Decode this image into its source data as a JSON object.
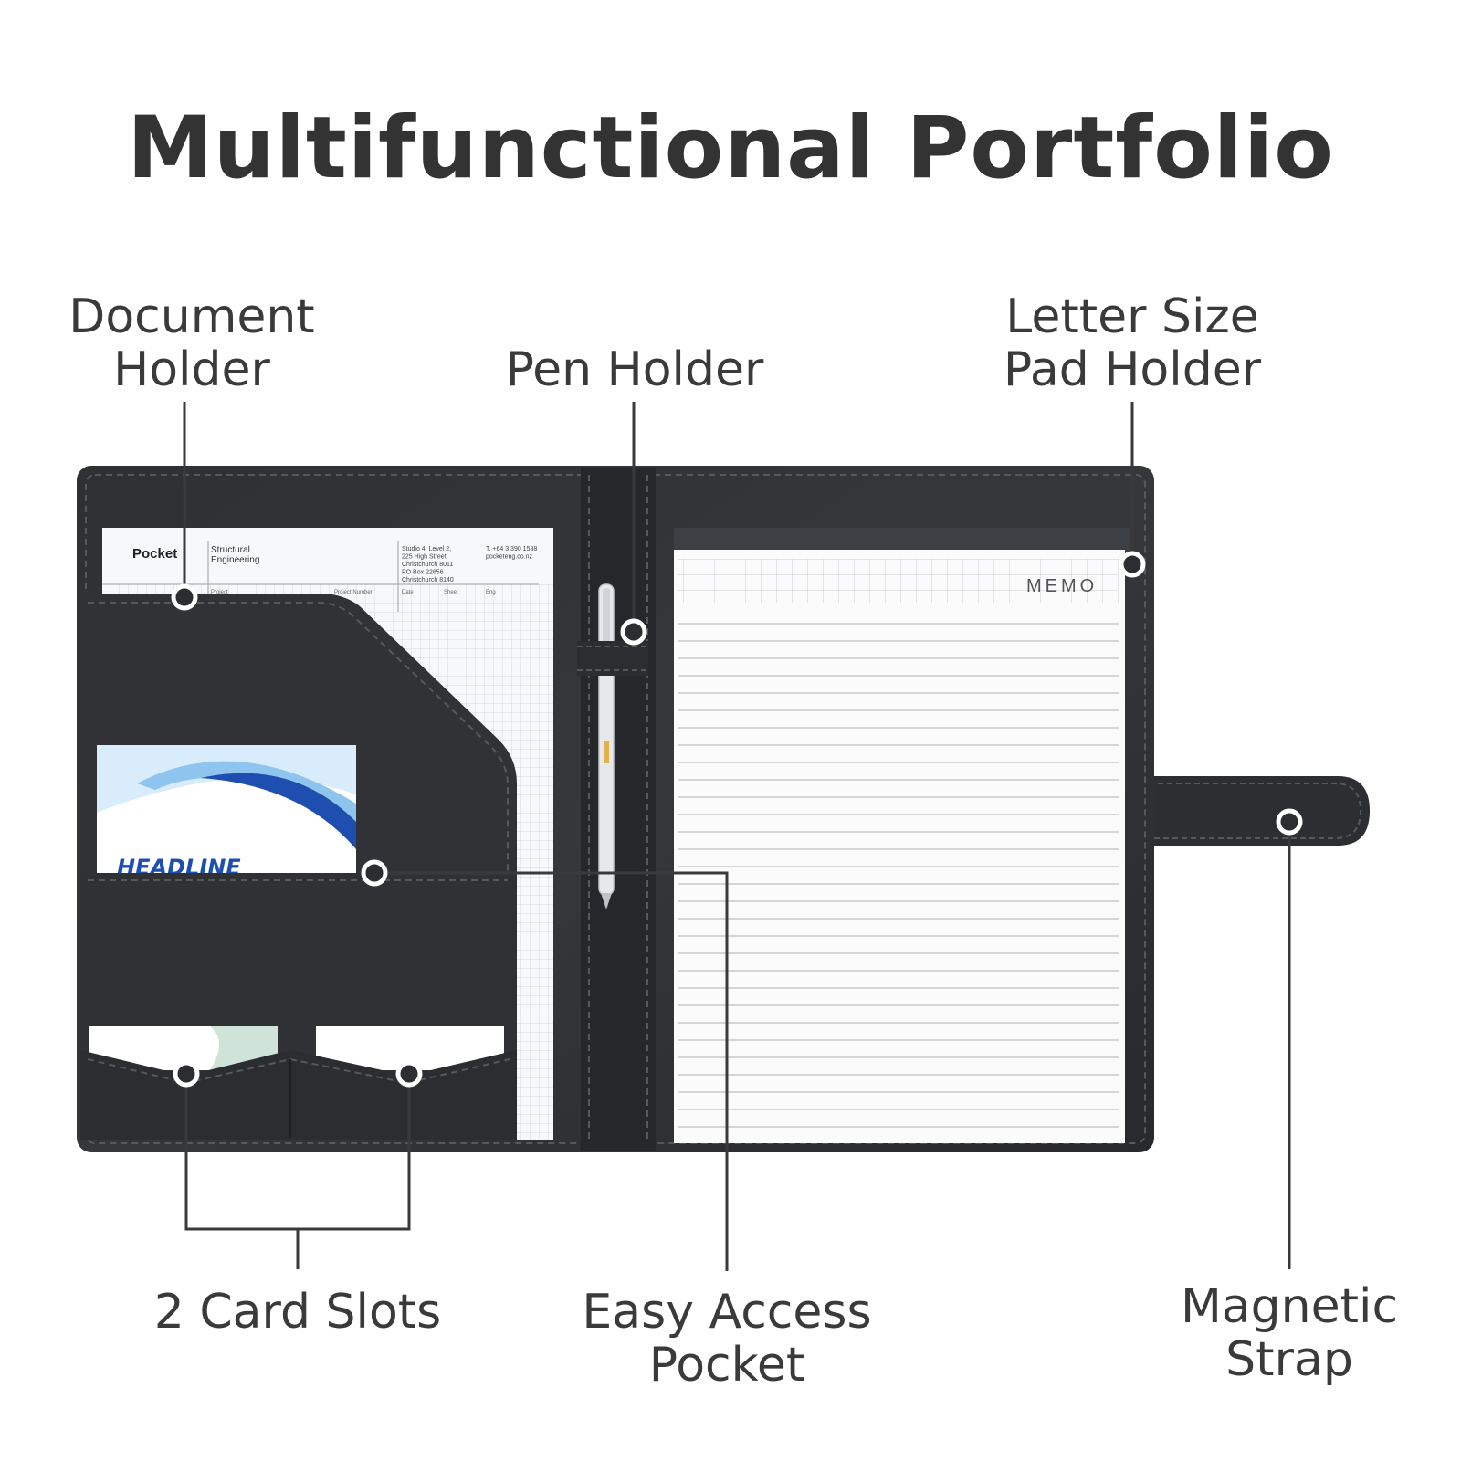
{
  "title": "Multifunctional Portfolio",
  "callouts": {
    "document_holder": [
      "Document",
      "Holder"
    ],
    "pen_holder": [
      "Pen Holder"
    ],
    "pad_holder": [
      "Letter Size",
      "Pad Holder"
    ],
    "card_slots": [
      "2 Card Slots"
    ],
    "easy_access": [
      "Easy Access",
      "Pocket"
    ],
    "magnetic_strap": [
      "Magnetic",
      "Strap"
    ]
  },
  "document_sheet": {
    "brand": "Pocket",
    "line1": "Structural",
    "line2": "Engineering",
    "address": [
      "Studio 4, Level 2,",
      "225 High Street,",
      "Christchurch 8011",
      "PO Box 22656",
      "Christchurch 8140"
    ],
    "contact": [
      "T. +64 3 390 1588",
      "pocketeng.co.nz"
    ],
    "fields": [
      "Project",
      "Project Number",
      "Date",
      "Sheet",
      "Eng"
    ]
  },
  "card_text": "HEADLINE",
  "pad_heading": "MEMO",
  "colors": {
    "leather": "#2b2d30",
    "leather_light": "#3a3c40",
    "stitch": "#55585c",
    "paper": "#f6f6f8",
    "line": "#3a3a3a",
    "card_blue": "#1e4fb0"
  }
}
